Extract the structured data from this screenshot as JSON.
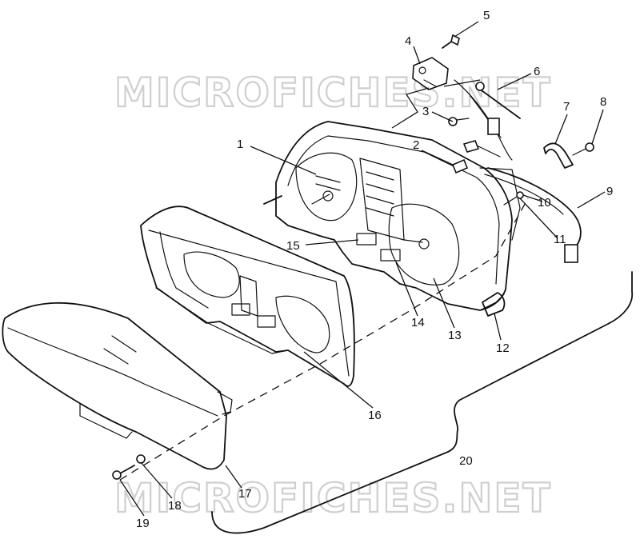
{
  "watermark": {
    "top": "MICROFICHES.NET",
    "bottom": "MICROFICHES.NET"
  },
  "callouts": [
    "1",
    "2",
    "3",
    "4",
    "5",
    "6",
    "7",
    "8",
    "9",
    "10",
    "11",
    "12",
    "13",
    "14",
    "15",
    "16",
    "17",
    "18",
    "19",
    "20"
  ]
}
